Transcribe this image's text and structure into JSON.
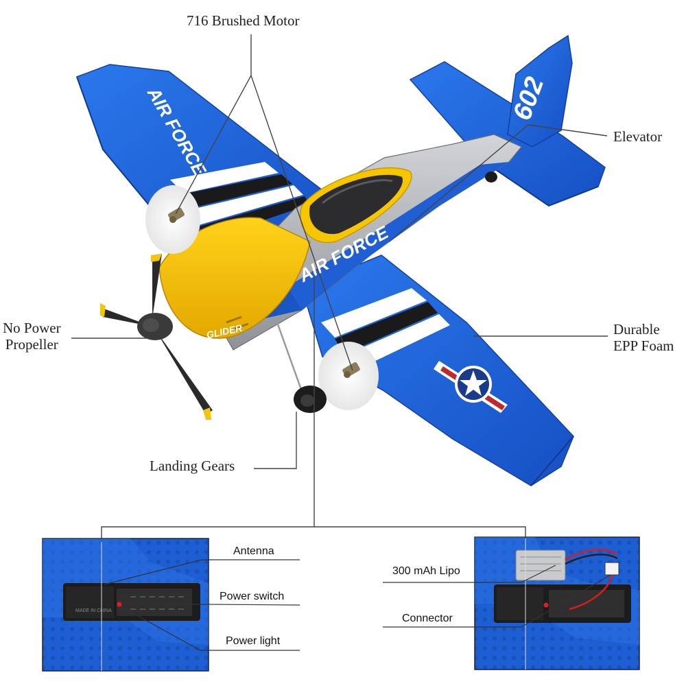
{
  "callouts": {
    "motor": "716 Brushed Motor",
    "elevator": "Elevator",
    "propeller_line1": "No Power",
    "propeller_line2": "Propeller",
    "foam_line1": "Durable",
    "foam_line2": "EPP Foam",
    "landing_gear": "Landing Gears"
  },
  "plane": {
    "wing_text": "AIR FORCE",
    "fuselage_text": "AIR FORCE",
    "tail_number": "602",
    "nose_text": "GLIDER"
  },
  "inset_left": {
    "antenna": "Antenna",
    "power_switch": "Power switch",
    "power_light": "Power light",
    "module_text": "MADE IN CHINA"
  },
  "inset_right": {
    "battery": "300 mAh Lipo",
    "connector": "Connector"
  },
  "colors": {
    "body_blue": "#1f62d6",
    "nose_yellow": "#f2c400",
    "fuselage_gray": "#b5b7bb",
    "stripe_black": "#1a1a1a",
    "leader_line": "#444444"
  }
}
